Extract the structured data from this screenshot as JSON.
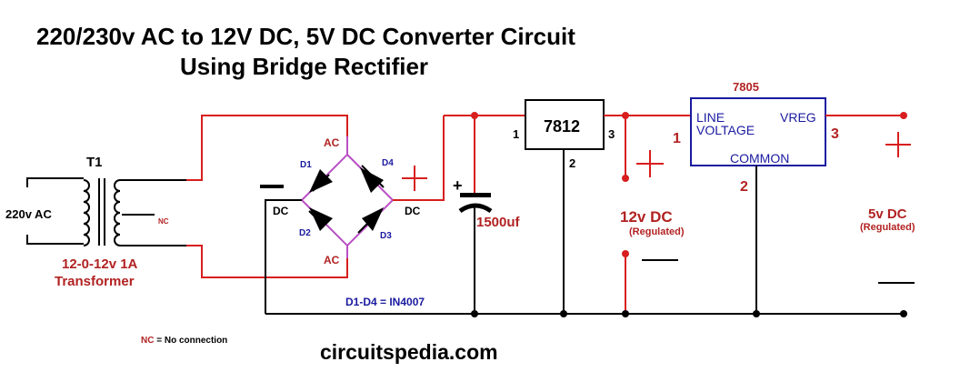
{
  "title": {
    "line1": "220/230v AC to 12V DC, 5V DC Converter Circuit",
    "line2": "Using Bridge Rectifier"
  },
  "transformer": {
    "ref": "T1",
    "input_label": "220v AC",
    "nc_label": "NC",
    "rating": "12-0-12v  1A",
    "name": "Transformer"
  },
  "bridge": {
    "ac_top": "AC",
    "ac_bottom": "AC",
    "dc_left": "DC",
    "dc_right": "DC",
    "minus": "—",
    "plus": "+",
    "diodes": [
      "D1",
      "D2",
      "D3",
      "D4"
    ],
    "note": "D1-D4 = IN4007"
  },
  "capacitor": {
    "plus": "+",
    "value": "1500uf"
  },
  "regulator_12": {
    "name": "7812",
    "pin1": "1",
    "pin2": "2",
    "pin3": "3"
  },
  "out_12": {
    "plus": "+",
    "label": "12v DC",
    "sub": "(Regulated)",
    "minus": "—"
  },
  "regulator_5": {
    "name": "7805",
    "line_voltage": "LINE\nVOLTAGE",
    "line": "LINE",
    "voltage": "VOLTAGE",
    "vreg": "VREG",
    "common": "COMMON",
    "pin1": "1",
    "pin2": "2",
    "pin3": "3"
  },
  "out_5": {
    "plus": "+",
    "label": "5v DC",
    "sub": "(Regulated)",
    "minus": "—"
  },
  "legend": {
    "nc": "NC",
    "nc_text": " = No connection"
  },
  "website": "circuitspedia.com",
  "colors": {
    "wire_red": "#d81e1e",
    "wire_black": "#000000",
    "ic_blue": "#1a1aa0",
    "bridge_purple": "#b94fc4",
    "label_red": "#b22222"
  }
}
